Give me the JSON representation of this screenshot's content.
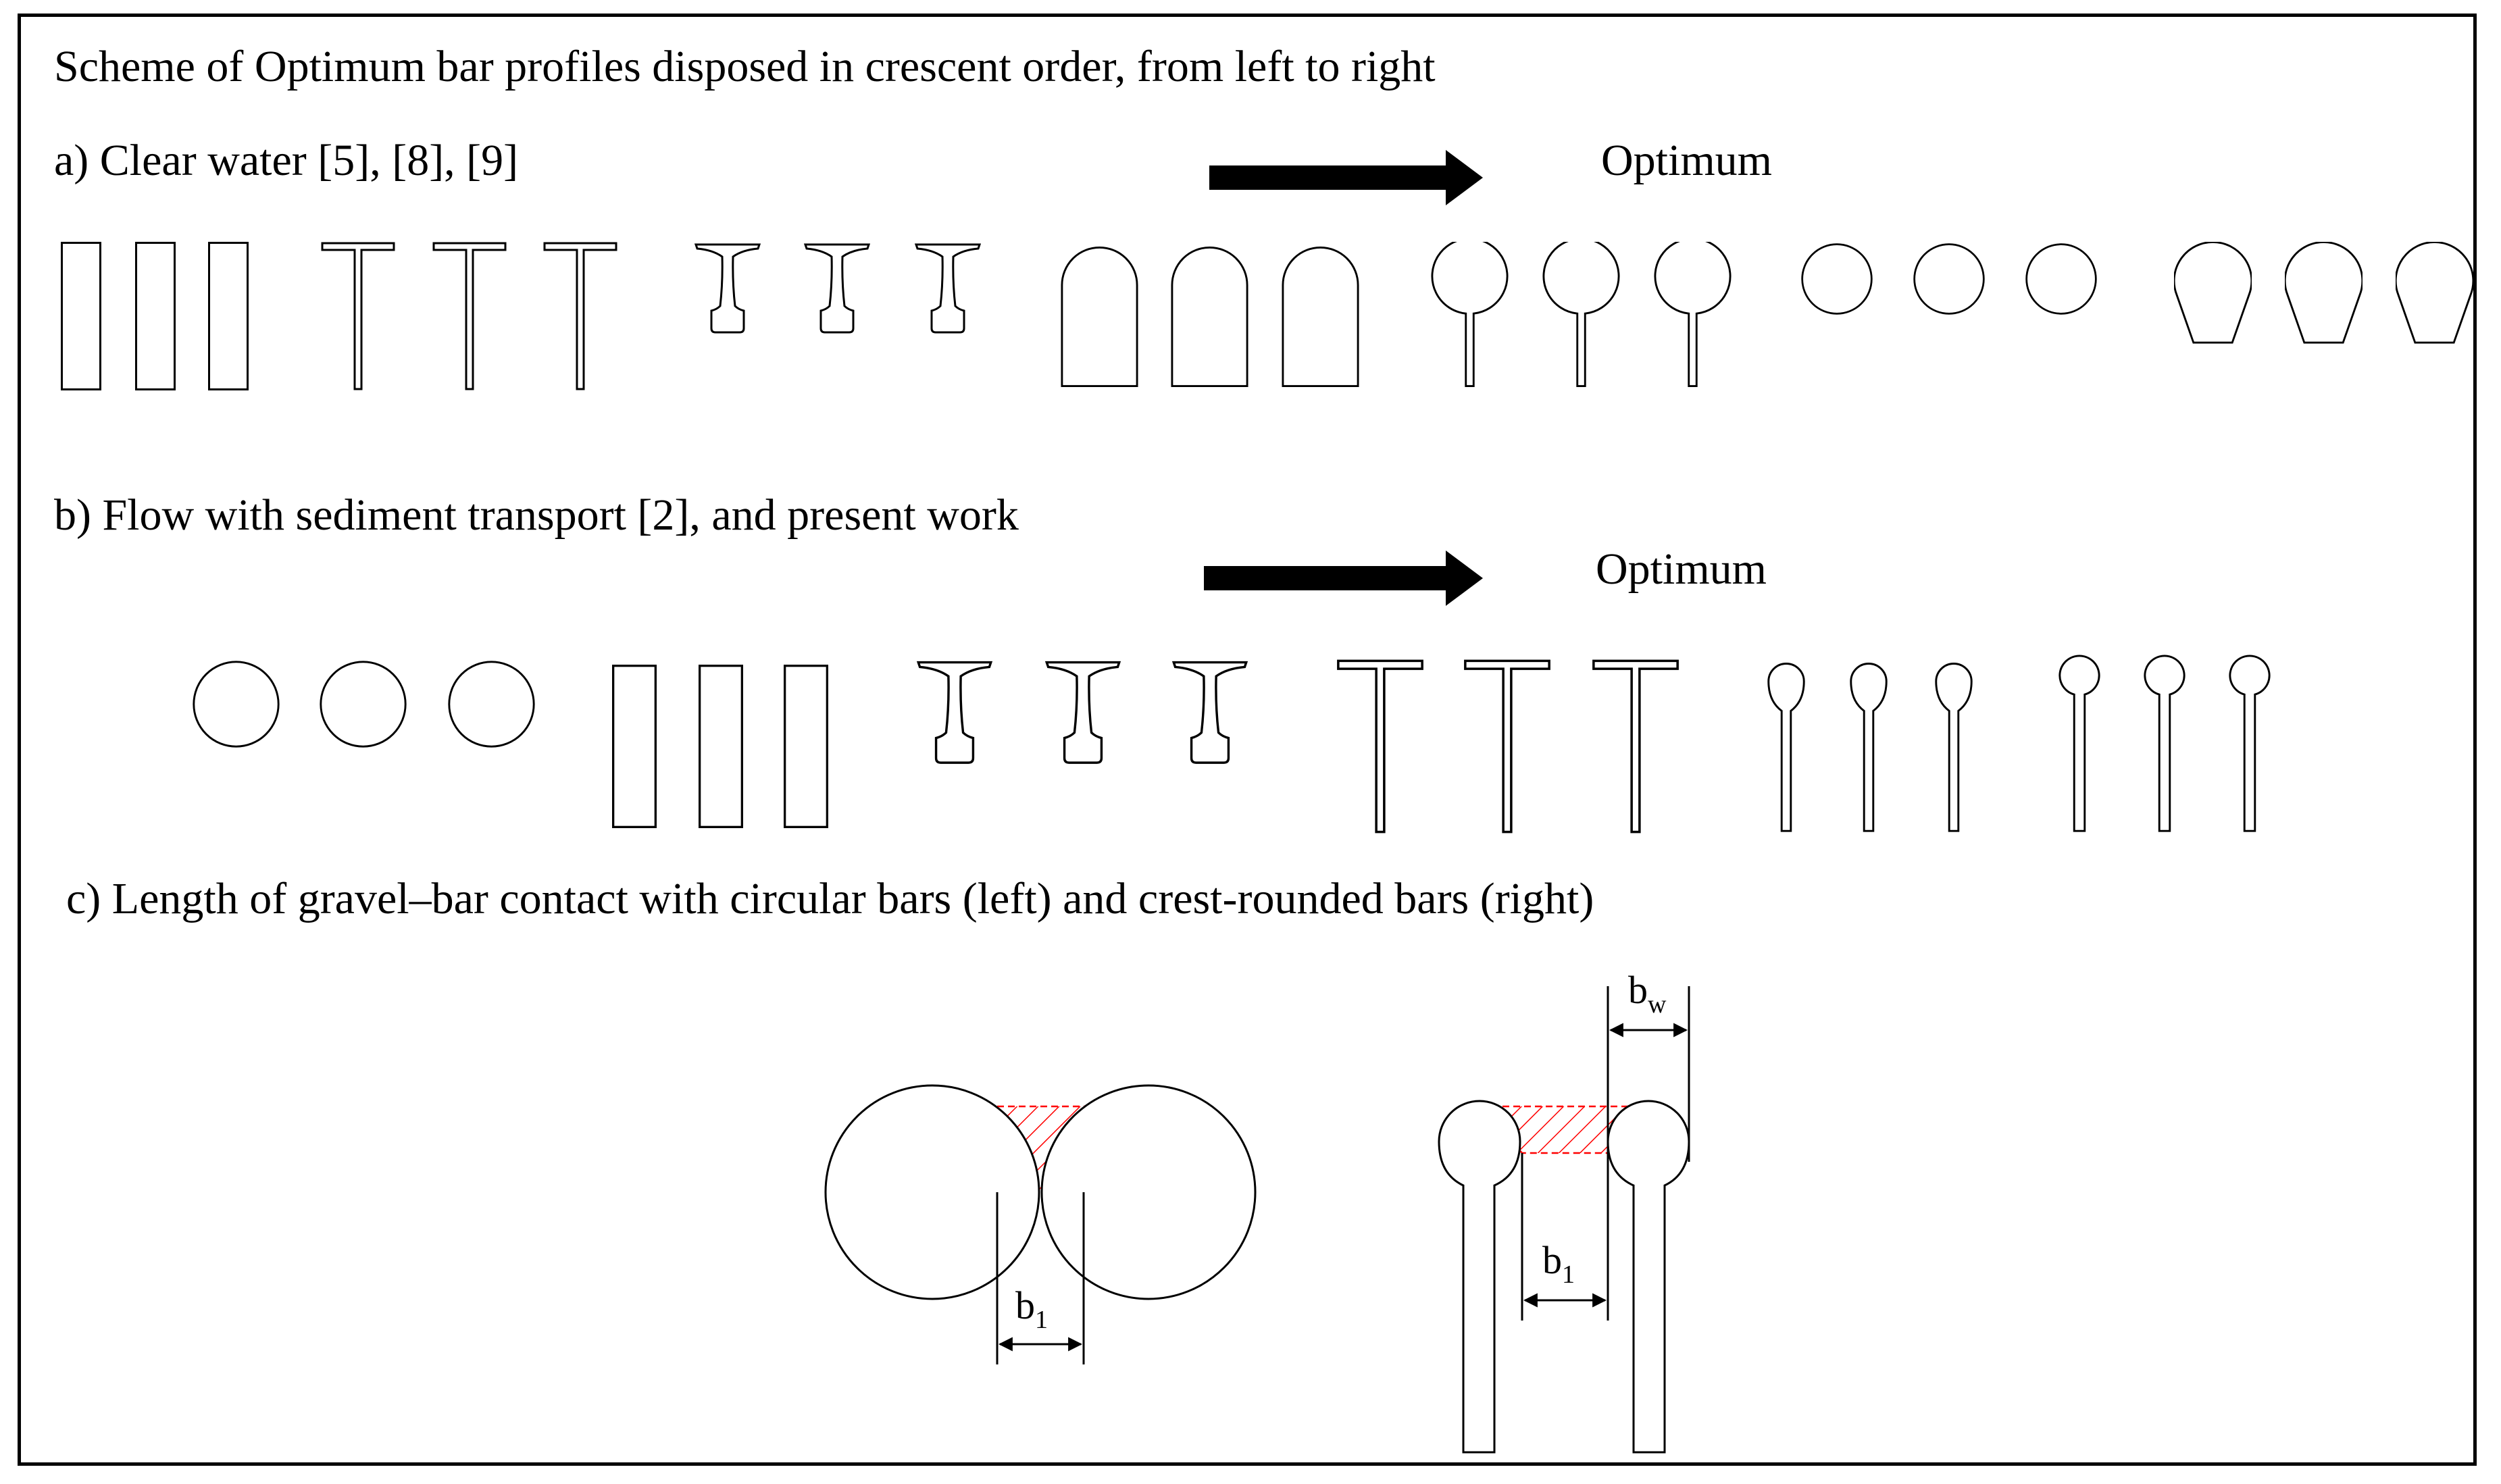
{
  "title": "Scheme of Optimum bar profiles disposed in crescent order, from left to right",
  "panel_a": {
    "label": "a) Clear water [5], [8], [9]",
    "optimum_label": "Optimum",
    "profile_groups": [
      "rectangular-bar",
      "t-bar",
      "i-bar",
      "crest-rounded-bar",
      "keyhole-bar",
      "circular-bar",
      "trapezoidal-rounded-bar"
    ]
  },
  "panel_b": {
    "label": "b) Flow with sediment transport [2], and present work",
    "optimum_label": "Optimum",
    "profile_groups": [
      "circular-bar",
      "rectangular-bar",
      "i-bar",
      "t-bar",
      "keyhole-bar-large-head",
      "keyhole-bar-small-head"
    ]
  },
  "panel_c": {
    "label": "c) Length of gravel–bar contact with circular bars (left) and crest-rounded bars (right)",
    "dim_b1_left": {
      "main": "b",
      "sub": "1"
    },
    "dim_b1_right": {
      "main": "b",
      "sub": "1"
    },
    "dim_bw": {
      "main": "b",
      "sub": "w"
    }
  },
  "colors": {
    "outline": "#000000",
    "contact_hatch": "#ff0000",
    "arrow": "#000000"
  }
}
